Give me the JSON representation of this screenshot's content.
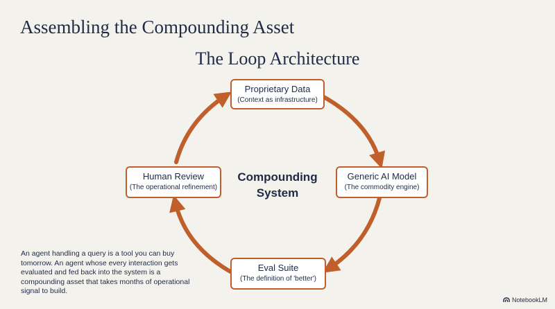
{
  "slide_title": "Assembling the Compounding Asset",
  "section_title": "The Loop Architecture",
  "center_label": [
    "Compounding",
    "System"
  ],
  "nodes": {
    "top": {
      "name": "Proprietary Data",
      "sub": "(Context as infrastructure)"
    },
    "right": {
      "name": "Generic AI Model",
      "sub": "(The commodity engine)"
    },
    "bottom": {
      "name": "Eval Suite",
      "sub": "(The definition of 'better')"
    },
    "left": {
      "name": "Human Review",
      "sub": "(The operational refinement)"
    }
  },
  "caption": "An agent handling a query is a tool you can buy tomorrow. An agent whose every interaction gets evaluated and fed back into the system is a compounding asset that takes months of operational signal to build.",
  "brand": "NotebookLM",
  "colors": {
    "accent": "#c05f2b",
    "text": "#1f2a44",
    "background": "#f4f2ec"
  }
}
